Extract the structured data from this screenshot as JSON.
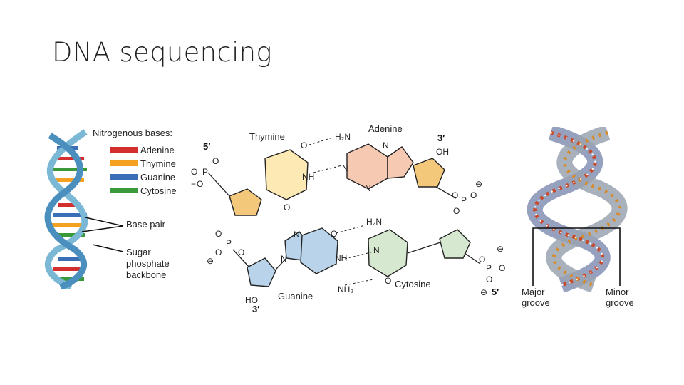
{
  "slide": {
    "title": "DNA sequencing"
  },
  "helix_panel": {
    "legend_title": "Nitrogenous bases:",
    "legend": [
      {
        "name": "Adenine",
        "color": "#d32f2f"
      },
      {
        "name": "Thymine",
        "color": "#f4a020"
      },
      {
        "name": "Guanine",
        "color": "#3a6fb7"
      },
      {
        "name": "Cytosine",
        "color": "#3a9a3a"
      }
    ],
    "label_base_pair": "Base pair",
    "label_backbone_1": "Sugar",
    "label_backbone_2": "phosphate",
    "label_backbone_3": "backbone"
  },
  "structure_panel": {
    "end_5_top": "5′",
    "end_3_top": "3′",
    "end_5_bottom": "5′",
    "end_3_bottom": "3′",
    "thymine": "Thymine",
    "adenine": "Adenine",
    "guanine": "Guanine",
    "cytosine": "Cytosine",
    "oh": "OH",
    "ho": "HO",
    "h2n": "H₂N",
    "nh2": "NH₂",
    "nh": "NH",
    "n": "N",
    "o": "O",
    "p": "P",
    "minus": "−",
    "circle_minus": "⊖",
    "colors": {
      "thymine": "#fde9b4",
      "adenine": "#f6c9b3",
      "guanine": "#b9d4ea",
      "cytosine": "#d6e8cf",
      "sugar": "#f4c87a"
    }
  },
  "model_panel": {
    "major_1": "Major",
    "major_2": "groove",
    "minor_1": "Minor",
    "minor_2": "groove"
  }
}
